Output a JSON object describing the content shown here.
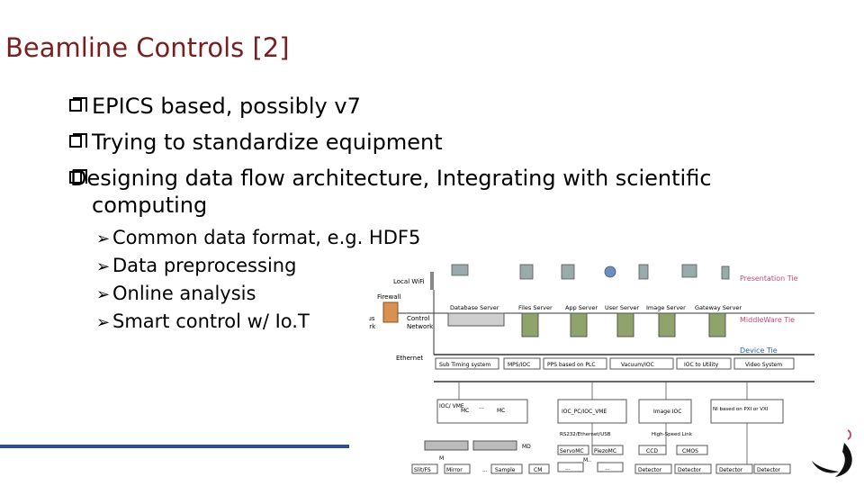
{
  "title": "Beamline Controls [2]",
  "bullets": [
    "EPICS based, possibly v7",
    "Trying to standardize equipment",
    "Designing data flow architecture, Integrating with scientific computing"
  ],
  "sub_bullets": [
    "Common data format, e.g. HDF5",
    "Data preprocessing",
    "Online analysis",
    "Smart control w/ Io.T"
  ],
  "diagram": {
    "tiers": [
      "Presentation Tie",
      "MiddleWare Tie",
      "Device Tie"
    ],
    "left_labels": [
      "Local WiFi",
      "Firewall",
      "Campus Network",
      "Control Network",
      "Ethernet"
    ],
    "servers": [
      "Database Server",
      "Files Server",
      "App Server",
      "User Server",
      "Image Server",
      "Gateway Server"
    ],
    "device_row": [
      "Sub Timing system",
      "MPS/IOC",
      "PPS based on PLC",
      "Vacuum/IOC",
      "IOC to Utility",
      "Video System"
    ],
    "ioc_blocks": [
      "IOC/ VME",
      "MC",
      "...",
      "MC",
      "IOC_PC/IOC_VME",
      "Image IOC",
      "NI based on PXI or VXI"
    ],
    "link_labels": [
      "RS232/Ethernet/USB",
      "High-Speed Link"
    ],
    "controllers": [
      "ServoMC",
      "PiezoMC",
      "CCD",
      "CMOS",
      "MD",
      "M",
      "M..",
      "..."
    ],
    "bottom_row": [
      "Slit/FS",
      "Mirror",
      "...",
      "Sample",
      "CM",
      "...",
      "...",
      "Detector",
      "Detector",
      "Detector",
      "Detector"
    ]
  },
  "colors": {
    "title": "#7a1f1f",
    "tier_label": "#c04a7a",
    "device_tier": "#2f63b8",
    "rule": "#2f4f8f",
    "server": "#8fa36a"
  }
}
